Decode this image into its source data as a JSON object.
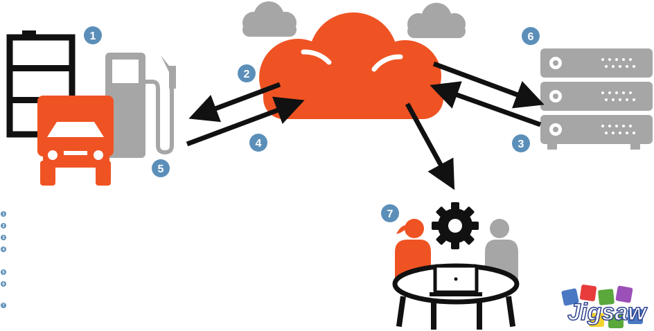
{
  "colors": {
    "orange": "#ef5323",
    "gray": "#a6a6a6",
    "light_gray": "#b3b3b3",
    "black": "#111111",
    "badge_blue": "#5b8fb9",
    "white": "#ffffff"
  },
  "badges": [
    {
      "id": "badge-1",
      "label": "1"
    },
    {
      "id": "badge-2",
      "label": "2"
    },
    {
      "id": "badge-3",
      "label": "3"
    },
    {
      "id": "badge-4",
      "label": "4"
    },
    {
      "id": "badge-5",
      "label": "5"
    },
    {
      "id": "badge-6",
      "label": "6"
    },
    {
      "id": "badge-7",
      "label": "7"
    }
  ],
  "legend": [
    "1",
    "2",
    "3",
    "4",
    "5",
    "6",
    "7"
  ],
  "logo": {
    "text": "Jigsaw"
  }
}
